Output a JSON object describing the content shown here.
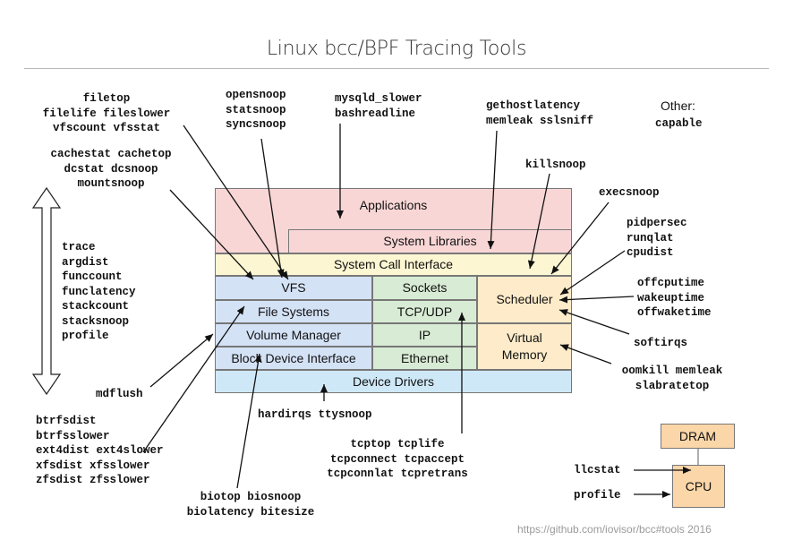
{
  "title": "Linux bcc/BPF Tracing Tools",
  "footer": "https://github.com/iovisor/bcc#tools 2016",
  "stack": {
    "applications": "Applications",
    "system_libraries": "System Libraries",
    "syscall_interface": "System Call Interface",
    "vfs": "VFS",
    "file_systems": "File Systems",
    "volume_manager": "Volume Manager",
    "block_device_interface": "Block Device Interface",
    "sockets": "Sockets",
    "tcp_udp": "TCP/UDP",
    "ip": "IP",
    "ethernet": "Ethernet",
    "scheduler": "Scheduler",
    "virtual_memory": "Virtual\nMemory",
    "device_drivers": "Device Drivers",
    "dram": "DRAM",
    "cpu": "CPU"
  },
  "tools": {
    "file": "filetop\nfilelife fileslower\nvfscount vfsstat",
    "cache": "cachestat cachetop\ndcstat dcsnoop\nmountsnoop",
    "generic": "trace\nargdist\nfunccount\nfunclatency\nstackcount\nstacksnoop\nprofile",
    "mdflush": "mdflush",
    "fs": "btrfsdist\nbtrfsslower\next4dist ext4slower\nxfsdist xfsslower\nzfsdist zfsslower",
    "bio": "biotop biosnoop\nbiolatency bitesize",
    "open": "opensnoop\nstatsnoop\nsyncsnoop",
    "mysql": "mysqld_slower\nbashreadline",
    "hardirqs": "hardirqs ttysnoop",
    "tcp": "tcptop tcplife\ntcpconnect tcpaccept\ntcpconnlat tcpretrans",
    "gethost": "gethostlatency\nmemleak sslsniff",
    "other_label": "Other:",
    "other": "capable",
    "kill": "killsnoop",
    "exec": "execsnoop",
    "sched": "pidpersec\nrunqlat\ncpudist",
    "offcpu": "offcputime\nwakeuptime\noffwaketime",
    "softirqs": "softirqs",
    "mem": "oomkill memleak\nslabratetop",
    "llcstat": "llcstat",
    "profile_cpu": "profile"
  },
  "colors": {
    "applications": "#f9d6d6",
    "syscall": "#fcf6d2",
    "storage": "#d4e2f6",
    "network": "#d8ebd4",
    "scheduler": "#fdebc9",
    "drivers": "#cfe8f7",
    "hardware": "#fbd6a8"
  }
}
